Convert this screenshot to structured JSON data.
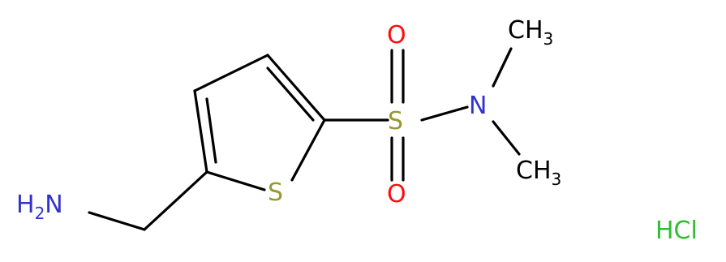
{
  "atoms": {
    "nh2": {
      "main": "H",
      "sub": "2",
      "tail": "N"
    },
    "s_ring": "S",
    "s_sulfonyl": "S",
    "o_top": "O",
    "o_bottom": "O",
    "n_amide": "N",
    "ch3_top": {
      "main": "CH",
      "sub": "3"
    },
    "ch3_bottom": {
      "main": "CH",
      "sub": "3"
    }
  },
  "salt": "HCl",
  "colors": {
    "bond": "#000000",
    "nitrogen": "#3333cc",
    "sulfur": "#999933",
    "oxygen": "#ff0d0d",
    "carbon_label": "#000000",
    "chlorine": "#33bb33"
  }
}
